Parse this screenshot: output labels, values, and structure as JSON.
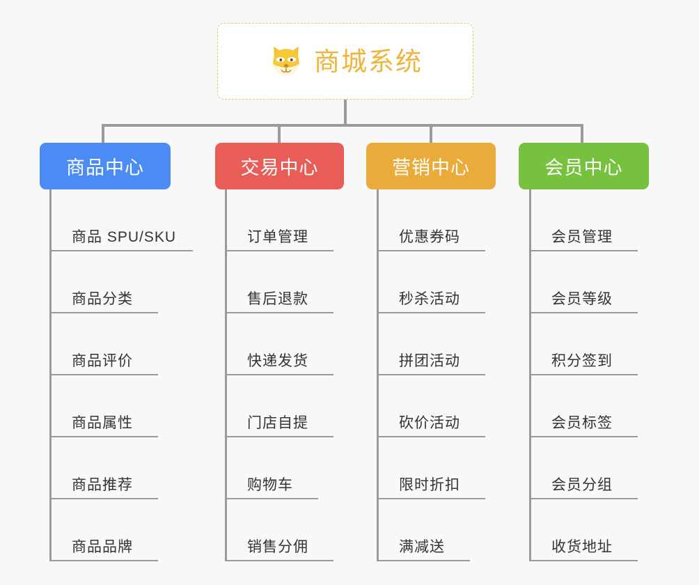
{
  "canvas": {
    "background": "#f8f8f8",
    "connector_color": "#9a9a9a"
  },
  "root": {
    "title": "商城系统",
    "icon": "shiba-dog-face-icon",
    "title_color": "#F0B33C",
    "border_color": "#E8C07A",
    "background": "#ffffff"
  },
  "categories": [
    {
      "label": "商品中心",
      "color": "#4A8BF4",
      "items": [
        "商品 SPU/SKU",
        "商品分类",
        "商品评价",
        "商品属性",
        "商品推荐",
        "商品品牌"
      ]
    },
    {
      "label": "交易中心",
      "color": "#E85D58",
      "items": [
        "订单管理",
        "售后退款",
        "快递发货",
        "门店自提",
        "购物车",
        "销售分佣"
      ]
    },
    {
      "label": "营销中心",
      "color": "#EAAB3B",
      "items": [
        "优惠券码",
        "秒杀活动",
        "拼团活动",
        "砍价活动",
        "限时折扣",
        "满减送"
      ]
    },
    {
      "label": "会员中心",
      "color": "#76C13E",
      "items": [
        "会员管理",
        "会员等级",
        "积分签到",
        "会员标签",
        "会员分组",
        "收货地址"
      ]
    }
  ]
}
